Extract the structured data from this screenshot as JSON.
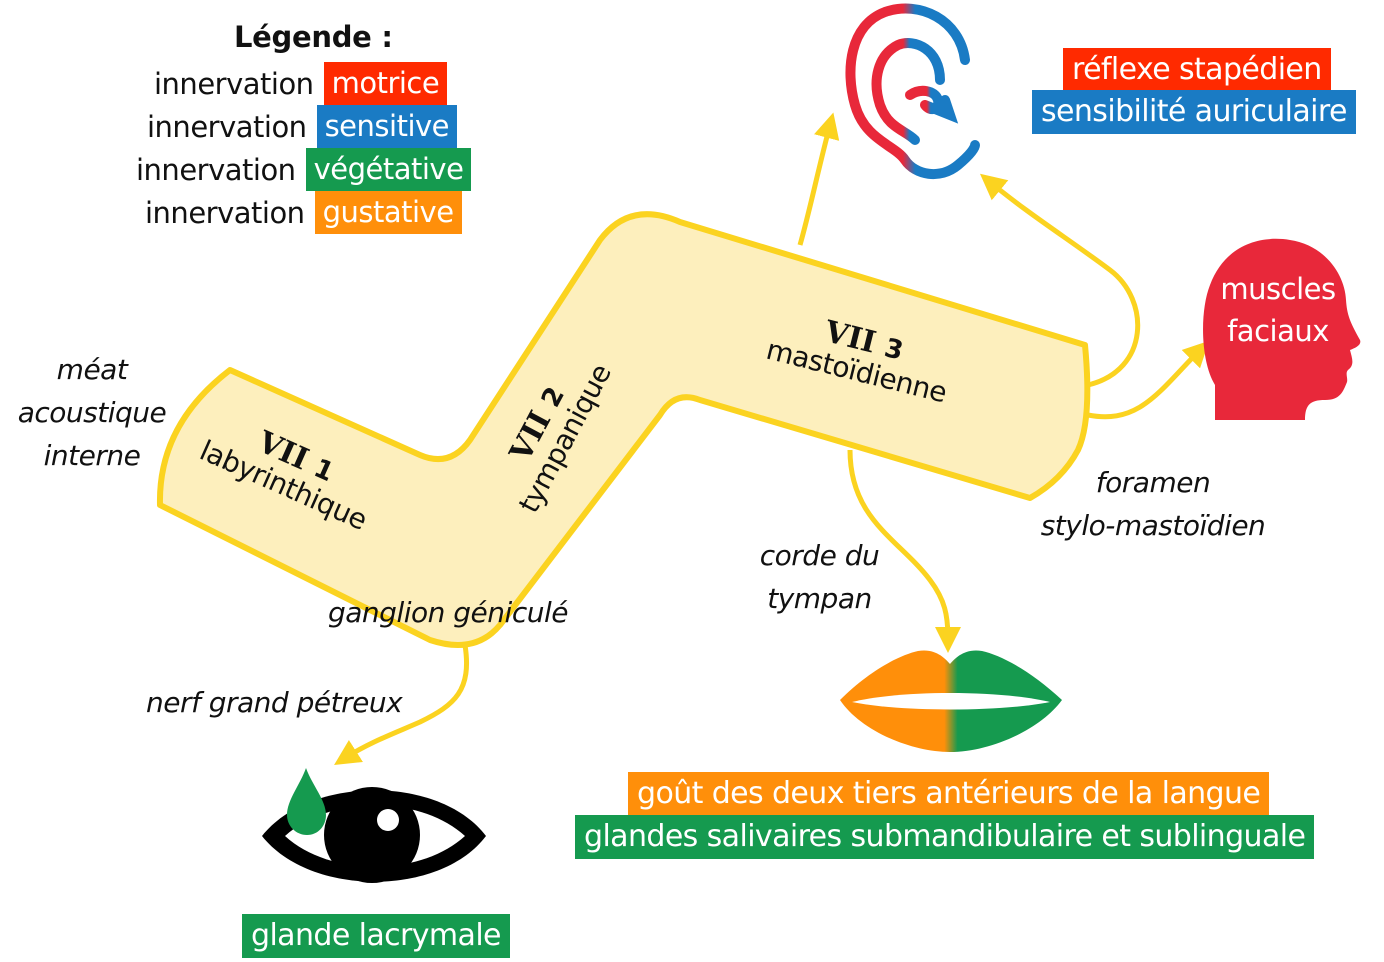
{
  "legend": {
    "title": "Légende :",
    "rows": [
      {
        "prefix": "innervation",
        "label": "motrice",
        "color": "#ff2a00"
      },
      {
        "prefix": "innervation",
        "label": "sensitive",
        "color": "#1a7bc4"
      },
      {
        "prefix": "innervation",
        "label": "végétative",
        "color": "#159a4f"
      },
      {
        "prefix": "innervation",
        "label": "gustative",
        "color": "#ff8f0a"
      }
    ]
  },
  "nerve": {
    "fill_color": "#fdefbd",
    "stroke_color": "#fbd320",
    "segments": [
      {
        "num_prefix": "VII",
        "num": "1",
        "name": "labyrinthique"
      },
      {
        "num_prefix": "VII",
        "num": "2",
        "name": "tympanique"
      },
      {
        "num_prefix": "VII",
        "num": "3",
        "name": "mastoïdienne"
      }
    ]
  },
  "landmarks": {
    "meat": [
      "méat",
      "acoustique",
      "interne"
    ],
    "ganglion": "ganglion géniculé",
    "petrosal": "nerf grand pétreux",
    "chorda": [
      "corde du",
      "tympan"
    ],
    "foramen": [
      "foramen",
      "stylo-mastoïdien"
    ]
  },
  "targets": {
    "ear": {
      "icon": "ear-icon",
      "labels": [
        {
          "text": "réflexe stapédien",
          "color": "#ff2a00"
        },
        {
          "text": "sensibilité auriculaire",
          "color": "#1a7bc4"
        }
      ]
    },
    "face": {
      "icon": "head-profile-icon",
      "lines": [
        "muscles",
        "faciaux"
      ],
      "color": "#e8283a"
    },
    "mouth": {
      "icon": "lips-icon",
      "labels": [
        {
          "text": "goût des deux tiers antérieurs de la langue",
          "color": "#ff8f0a"
        },
        {
          "text": "glandes salivaires submandibulaire et sublinguale",
          "color": "#159a4f"
        }
      ]
    },
    "eye": {
      "icon": "eye-with-tear-icon",
      "label": "glande lacrymale",
      "color": "#159a4f"
    }
  }
}
